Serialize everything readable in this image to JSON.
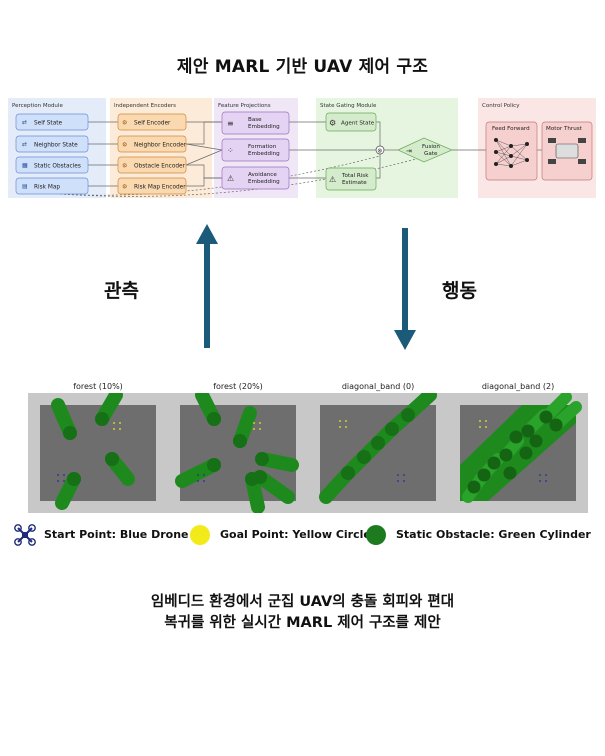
{
  "title": "제안 MARL 기반 UAV 제어 구조",
  "architecture": {
    "sections": {
      "perception": "Perception Module",
      "encoders": "Independent Encoders",
      "projections": "Feature Projections",
      "gating": "State Gating Module",
      "control": "Control Policy"
    },
    "perception_items": [
      "Self State",
      "Neighbor State",
      "Static Obstacles",
      "Risk Map"
    ],
    "encoder_items": [
      "Self Encoder",
      "Neighbor Encoder",
      "Obstacle Encoder",
      "Risk Map Encoder"
    ],
    "projection_items": [
      {
        "line1": "Base",
        "line2": "Embedding"
      },
      {
        "line1": "Formation",
        "line2": "Embedding"
      },
      {
        "line1": "Avoidance",
        "line2": "Embedding"
      }
    ],
    "gating_items": {
      "agent_state": "Agent State",
      "risk_line1": "Total Risk",
      "risk_line2": "Estimate",
      "fusion_line1": "Fusion",
      "fusion_line2": "Gate"
    },
    "control_items": [
      "Feed Forward",
      "Motor Thrust"
    ]
  },
  "labels": {
    "observe": "관측",
    "act": "행동"
  },
  "panels": [
    {
      "title": "forest (10%)"
    },
    {
      "title": "forest (20%)"
    },
    {
      "title": "diagonal_band (0)"
    },
    {
      "title": "diagonal_band (2)"
    }
  ],
  "legend": {
    "start": "Start Point: Blue Drone",
    "goal": "Goal Point: Yellow Circle",
    "obstacle": "Static Obstacle: Green Cylinder"
  },
  "caption": {
    "line1": "임베디드 환경에서 군집 UAV의 충돌 회피와 편대",
    "line2": "복귀를 위한 실시간 MARL 제어 구조를 제안"
  },
  "colors": {
    "arrow": "#1b5a78",
    "obstacle": "#1e8a1e",
    "goal": "#f2ea1a",
    "drone": "#1f2a7a"
  }
}
